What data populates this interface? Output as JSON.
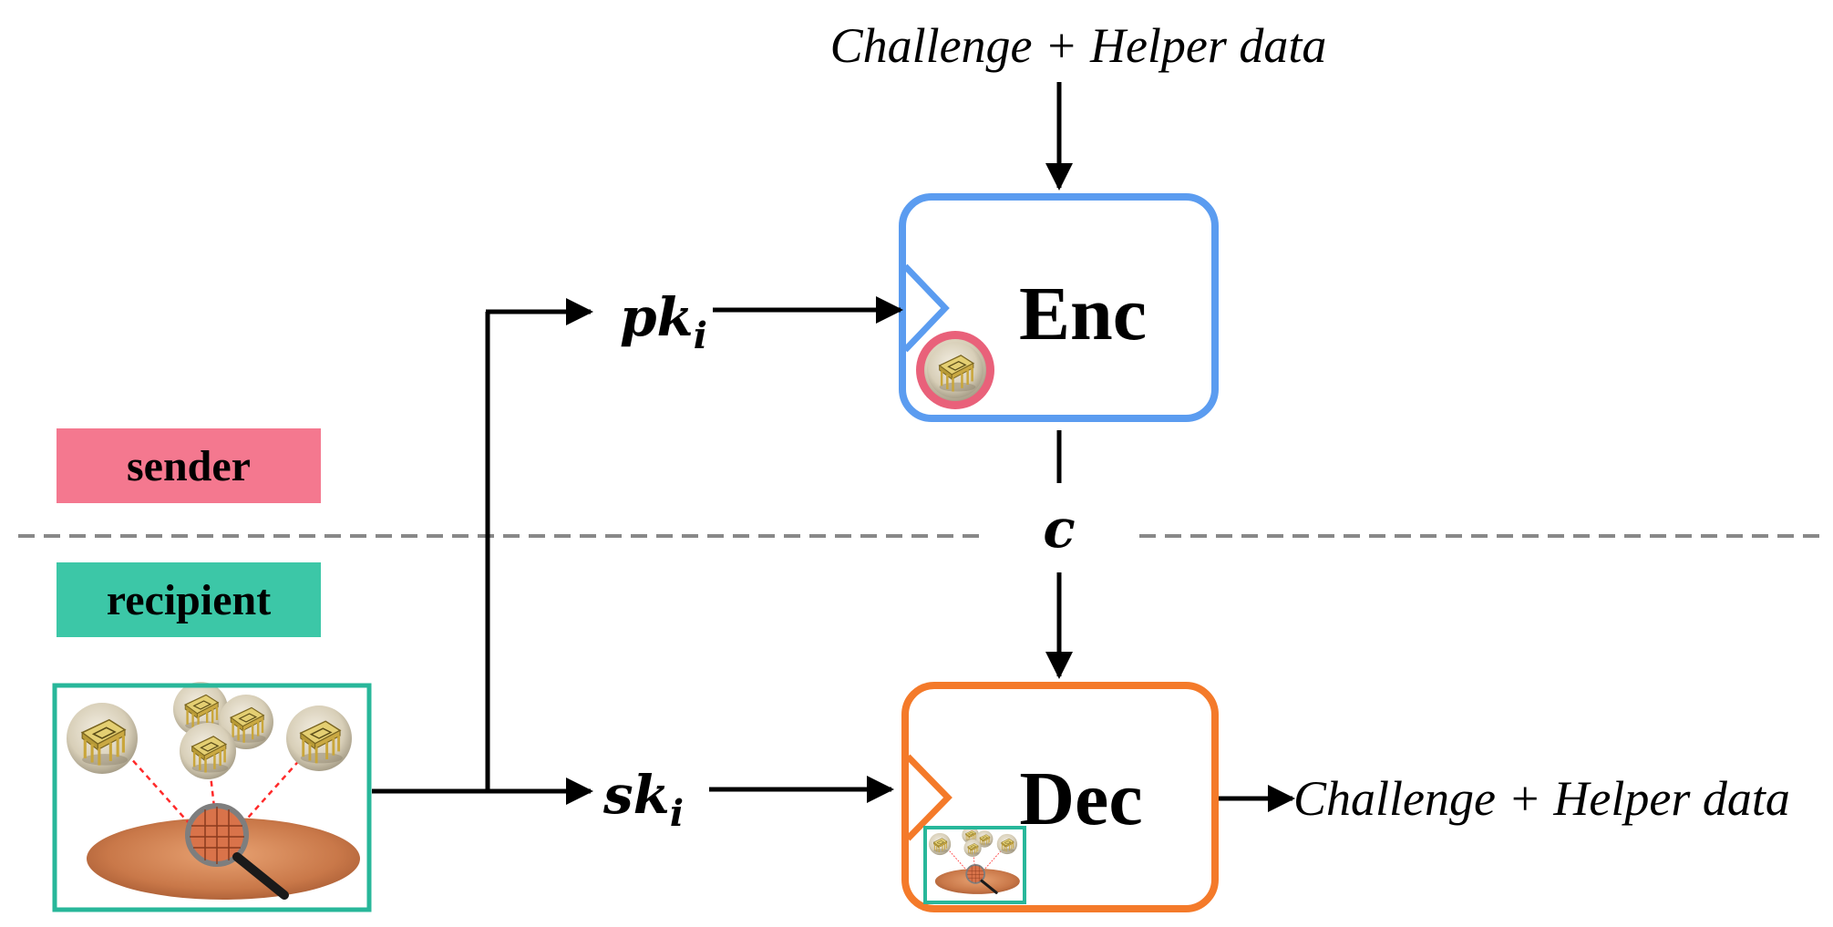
{
  "roles": {
    "sender": "sender",
    "recipient": "recipient"
  },
  "boxes": {
    "enc": "Enc",
    "dec": "Dec"
  },
  "labels": {
    "enc_input": "Challenge + Helper data",
    "dec_output": "Challenge + Helper data",
    "pk_base": "pk",
    "pk_sub": "i",
    "sk_base": "sk",
    "sk_sub": "i",
    "ciphertext": "c"
  },
  "colors": {
    "sender": "#f4788f",
    "recipient": "#3cc7a7",
    "enc_border": "#5b9cf0",
    "dec_border": "#f47a2a",
    "chip_ring": "#e9617a",
    "divider": "#888888"
  },
  "icons": {
    "puf_chip": "puf-chip-icon",
    "wafer": "wafer-inspection-icon"
  }
}
